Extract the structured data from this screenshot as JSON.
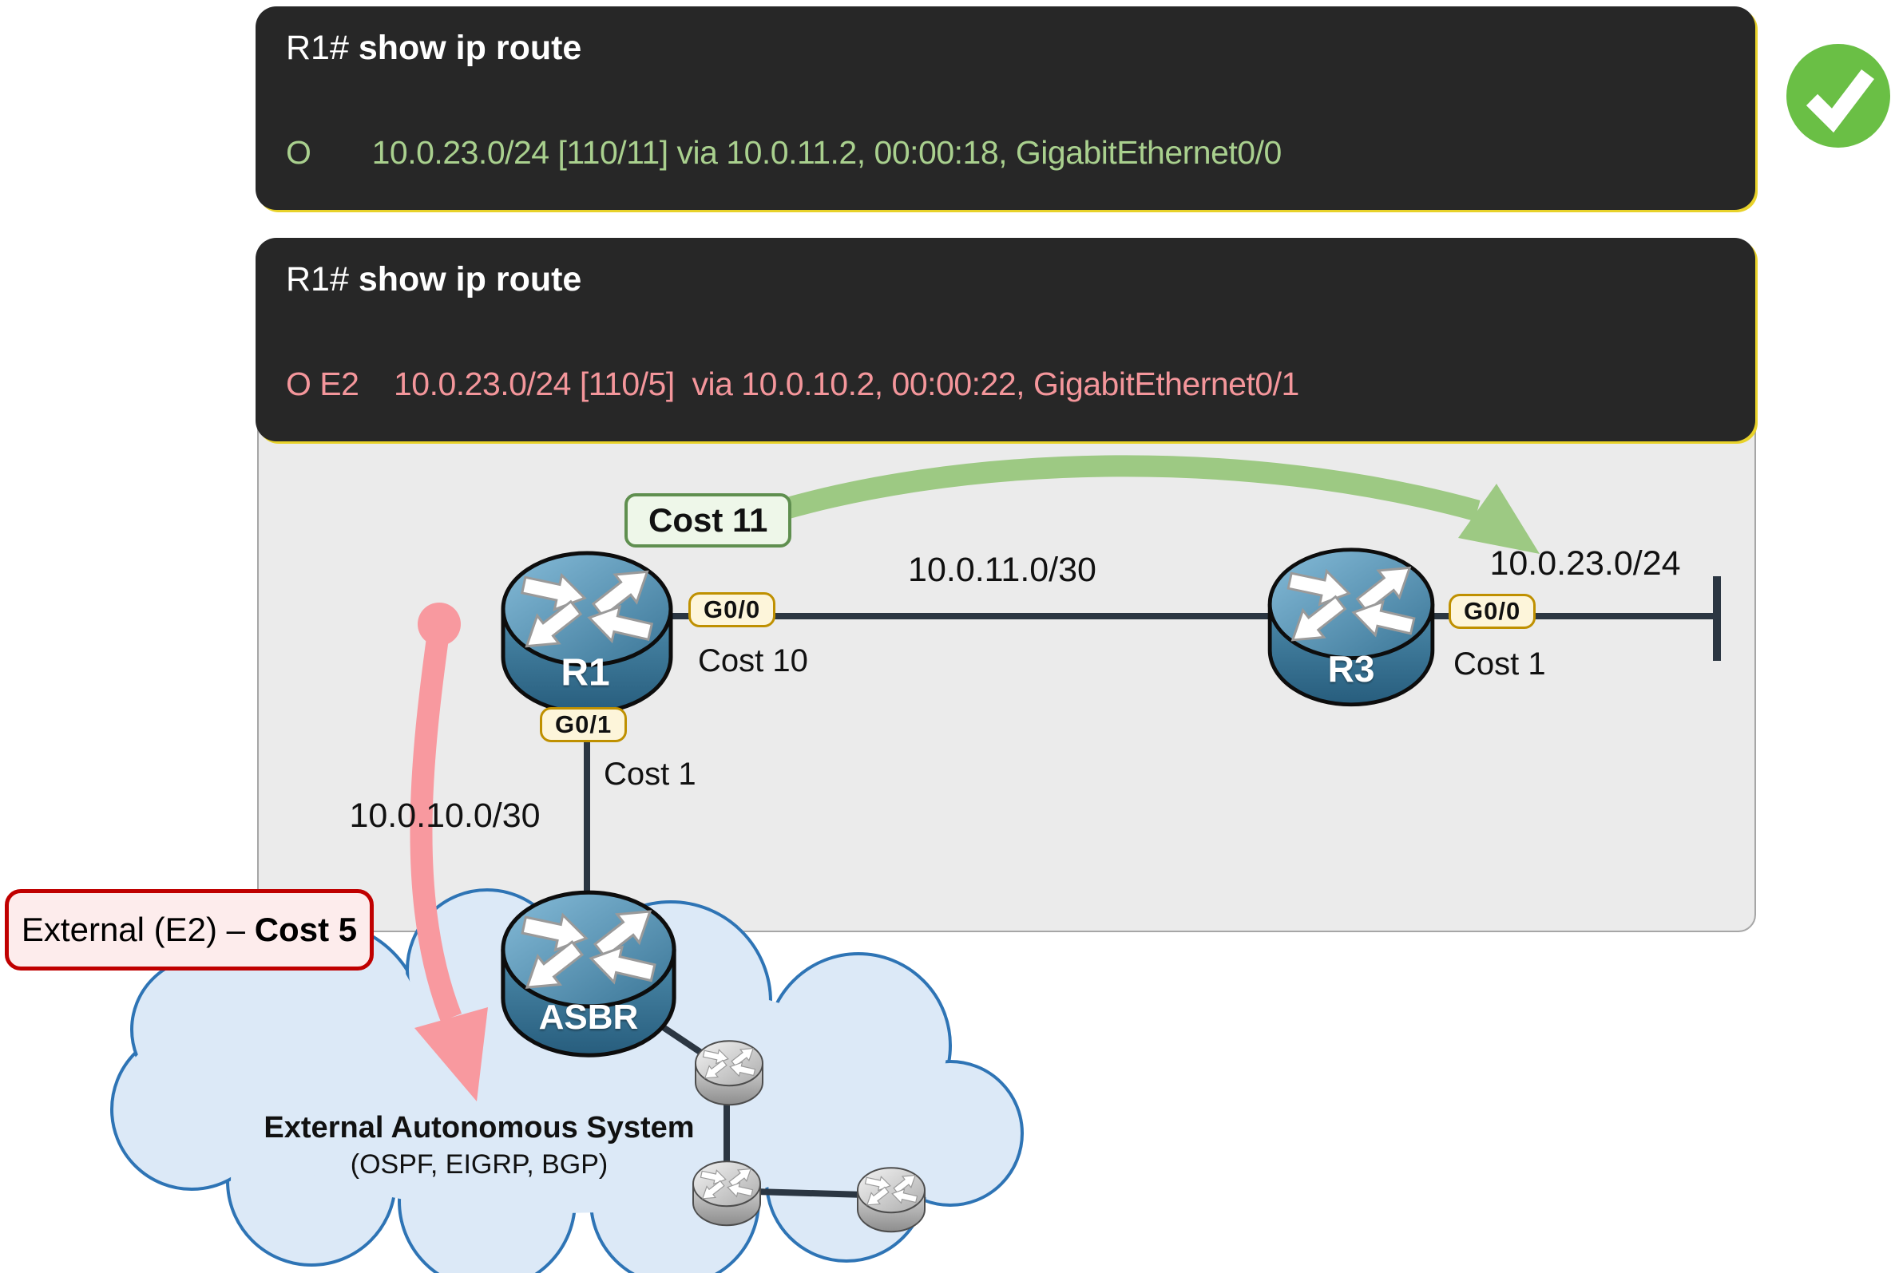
{
  "terminal1": {
    "prompt": "R1# ",
    "command": "show ip route",
    "route_line": "O       10.0.23.0/24 [110/11] via 10.0.11.2, 00:00:18, GigabitEthernet0/0"
  },
  "terminal2": {
    "prompt": "R1# ",
    "command": "show ip route",
    "route_line": "O E2    10.0.23.0/24 [110/5]  via 10.0.10.2, 00:00:22, GigabitEthernet0/1"
  },
  "diagram": {
    "cost11_label": "Cost 11",
    "external_label_prefix": "External (E2) – ",
    "external_label_bold": "Cost 5",
    "networks": {
      "r1_r3": "10.0.11.0/30",
      "r3_lan": "10.0.23.0/24",
      "r1_asbr": "10.0.10.0/30"
    },
    "interfaces": {
      "r1_g00": "G0/0",
      "r1_g01": "G0/1",
      "r3_g00": "G0/0"
    },
    "costs": {
      "r1_g00": "Cost 10",
      "r1_g01": "Cost 1",
      "r3_g00": "Cost 1"
    },
    "routers": {
      "r1": "R1",
      "r3": "R3",
      "asbr": "ASBR"
    },
    "cloud": {
      "title": "External Autonomous System",
      "subtitle": "(OSPF, EIGRP, BGP)"
    }
  },
  "colors": {
    "terminal_bg": "#272727",
    "route_internal_green": "#a9d08e",
    "route_external_pink": "#f4969b",
    "check_green": "#6abf45",
    "panel_bg": "#ebebeb",
    "green_arrow": "#9dc983",
    "pink_arrow": "#f8999f",
    "iface_badge_bg": "#fdf5da",
    "iface_badge_border": "#bf9000",
    "external_border": "#c00000",
    "cloud_fill": "#dce9f7",
    "cloud_border": "#2e74b5",
    "link_color": "#2b3642"
  }
}
